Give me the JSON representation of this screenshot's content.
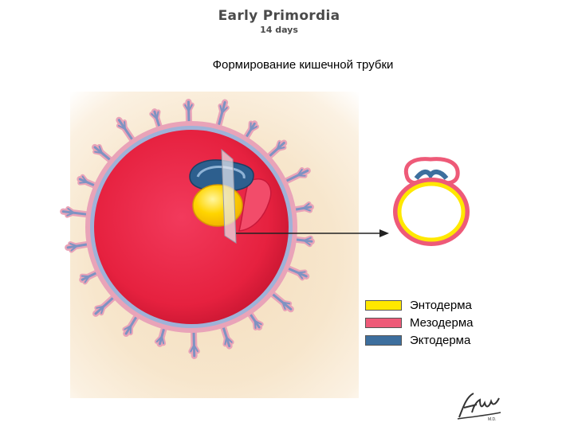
{
  "header": {
    "title": "Early Primordia",
    "subtitle": "14 days"
  },
  "caption": "Формирование кишечной трубки",
  "legend": [
    {
      "label": "Энтодерма",
      "color": "#ffe800"
    },
    {
      "label": "Мезодерма",
      "color": "#ee5a78"
    },
    {
      "label": "Эктодерма",
      "color": "#3d6f9e"
    }
  ],
  "colors": {
    "chorion": "#e8244a",
    "villi": "#e9a3b8",
    "villi_core": "#7e93c2",
    "yolk": "#ffd400",
    "amnion": "#2d5f8e",
    "background": "#f6e2c6"
  },
  "signature_text": "F. Netter M.D."
}
